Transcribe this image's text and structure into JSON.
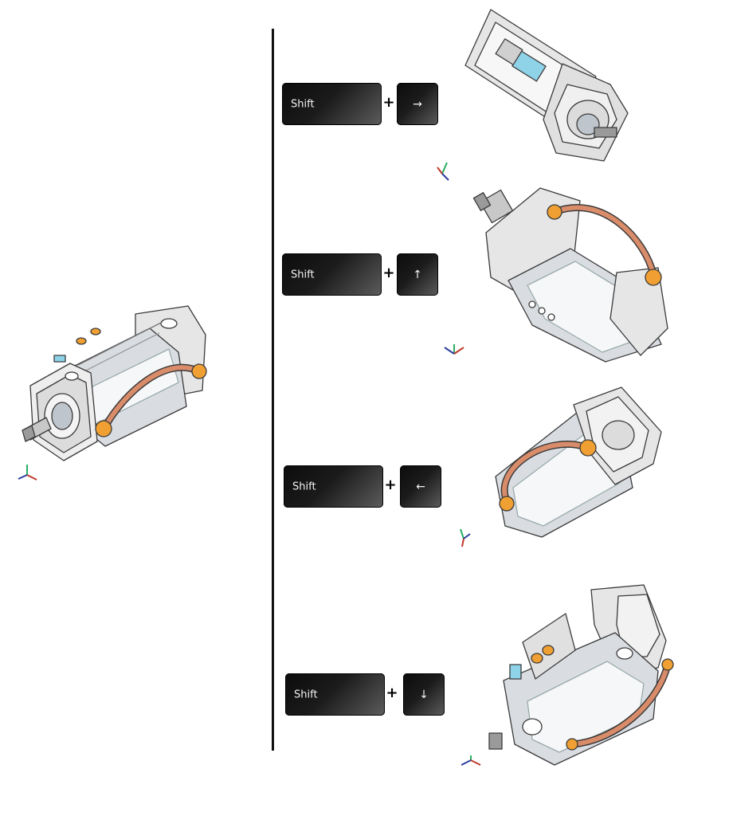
{
  "shortcuts": [
    {
      "modifier": "Shift",
      "plus": "+",
      "arrow": "→",
      "arrow_icon": "arrow-right-icon"
    },
    {
      "modifier": "Shift",
      "plus": "+",
      "arrow": "↑",
      "arrow_icon": "arrow-up-icon"
    },
    {
      "modifier": "Shift",
      "plus": "+",
      "arrow": "←",
      "arrow_icon": "arrow-left-icon"
    },
    {
      "modifier": "Shift",
      "plus": "+",
      "arrow": "↓",
      "arrow_icon": "arrow-down-icon"
    }
  ],
  "colors": {
    "key_dark": "#111111",
    "fitting_orange": "#f0a032",
    "tube_copper": "#d98c6a",
    "metal_light": "#e6e6e6",
    "outline": "#3a3a3a",
    "axis_x": "#c0392b",
    "axis_y": "#27ae60",
    "axis_z": "#2c3e9e"
  },
  "icons": [
    "cylinder-model-icon",
    "triad-axis-icon"
  ]
}
